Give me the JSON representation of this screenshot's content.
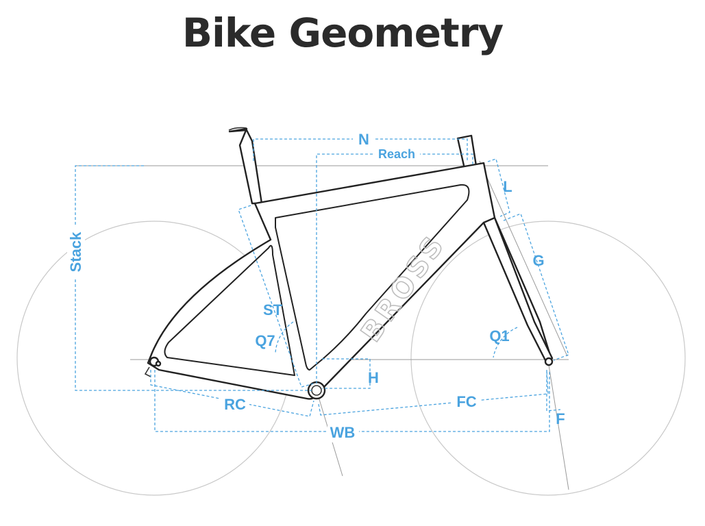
{
  "title": "Bike Geometry",
  "brand_logo": "BROSS",
  "labels": {
    "N": "N",
    "Reach": "Reach",
    "L": "L",
    "G": "G",
    "Stack": "Stack",
    "ST": "ST",
    "Q7": "Q7",
    "Q1": "Q1",
    "H": "H",
    "RC": "RC",
    "FC": "FC",
    "WB": "WB",
    "F": "F"
  },
  "colors": {
    "dimension": "#4aa3df",
    "frame": "#222222",
    "title": "#2b2b2b",
    "logo": "#bdbdbd"
  }
}
